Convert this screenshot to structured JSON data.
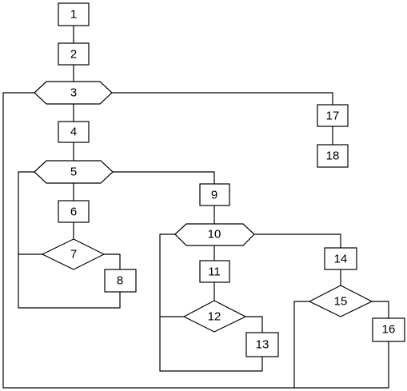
{
  "diagram": {
    "nodes": [
      {
        "id": "n1",
        "label": "1",
        "shape": "rect"
      },
      {
        "id": "n2",
        "label": "2",
        "shape": "rect"
      },
      {
        "id": "n3",
        "label": "3",
        "shape": "hexagon"
      },
      {
        "id": "n4",
        "label": "4",
        "shape": "rect"
      },
      {
        "id": "n5",
        "label": "5",
        "shape": "hexagon"
      },
      {
        "id": "n6",
        "label": "6",
        "shape": "rect"
      },
      {
        "id": "n7",
        "label": "7",
        "shape": "diamond"
      },
      {
        "id": "n8",
        "label": "8",
        "shape": "rect"
      },
      {
        "id": "n9",
        "label": "9",
        "shape": "rect"
      },
      {
        "id": "n10",
        "label": "10",
        "shape": "hexagon"
      },
      {
        "id": "n11",
        "label": "11",
        "shape": "rect"
      },
      {
        "id": "n12",
        "label": "12",
        "shape": "diamond"
      },
      {
        "id": "n13",
        "label": "13",
        "shape": "rect"
      },
      {
        "id": "n14",
        "label": "14",
        "shape": "rect"
      },
      {
        "id": "n15",
        "label": "15",
        "shape": "diamond"
      },
      {
        "id": "n16",
        "label": "16",
        "shape": "rect"
      },
      {
        "id": "n17",
        "label": "17",
        "shape": "rect"
      },
      {
        "id": "n18",
        "label": "18",
        "shape": "rect"
      }
    ],
    "edges": [
      [
        "n1",
        "n2"
      ],
      [
        "n2",
        "n3"
      ],
      [
        "n3",
        "n4"
      ],
      [
        "n3",
        "n17"
      ],
      [
        "n17",
        "n18"
      ],
      [
        "n4",
        "n5"
      ],
      [
        "n5",
        "n6"
      ],
      [
        "n5",
        "n9"
      ],
      [
        "n6",
        "n7"
      ],
      [
        "n7",
        "n8"
      ],
      [
        "n8",
        "n5"
      ],
      [
        "n7",
        "n5"
      ],
      [
        "n9",
        "n10"
      ],
      [
        "n10",
        "n11"
      ],
      [
        "n10",
        "n14"
      ],
      [
        "n11",
        "n12"
      ],
      [
        "n12",
        "n13"
      ],
      [
        "n13",
        "n10"
      ],
      [
        "n12",
        "n10"
      ],
      [
        "n14",
        "n15"
      ],
      [
        "n15",
        "n16"
      ],
      [
        "n16",
        "n3"
      ],
      [
        "n15",
        "n3"
      ]
    ]
  }
}
